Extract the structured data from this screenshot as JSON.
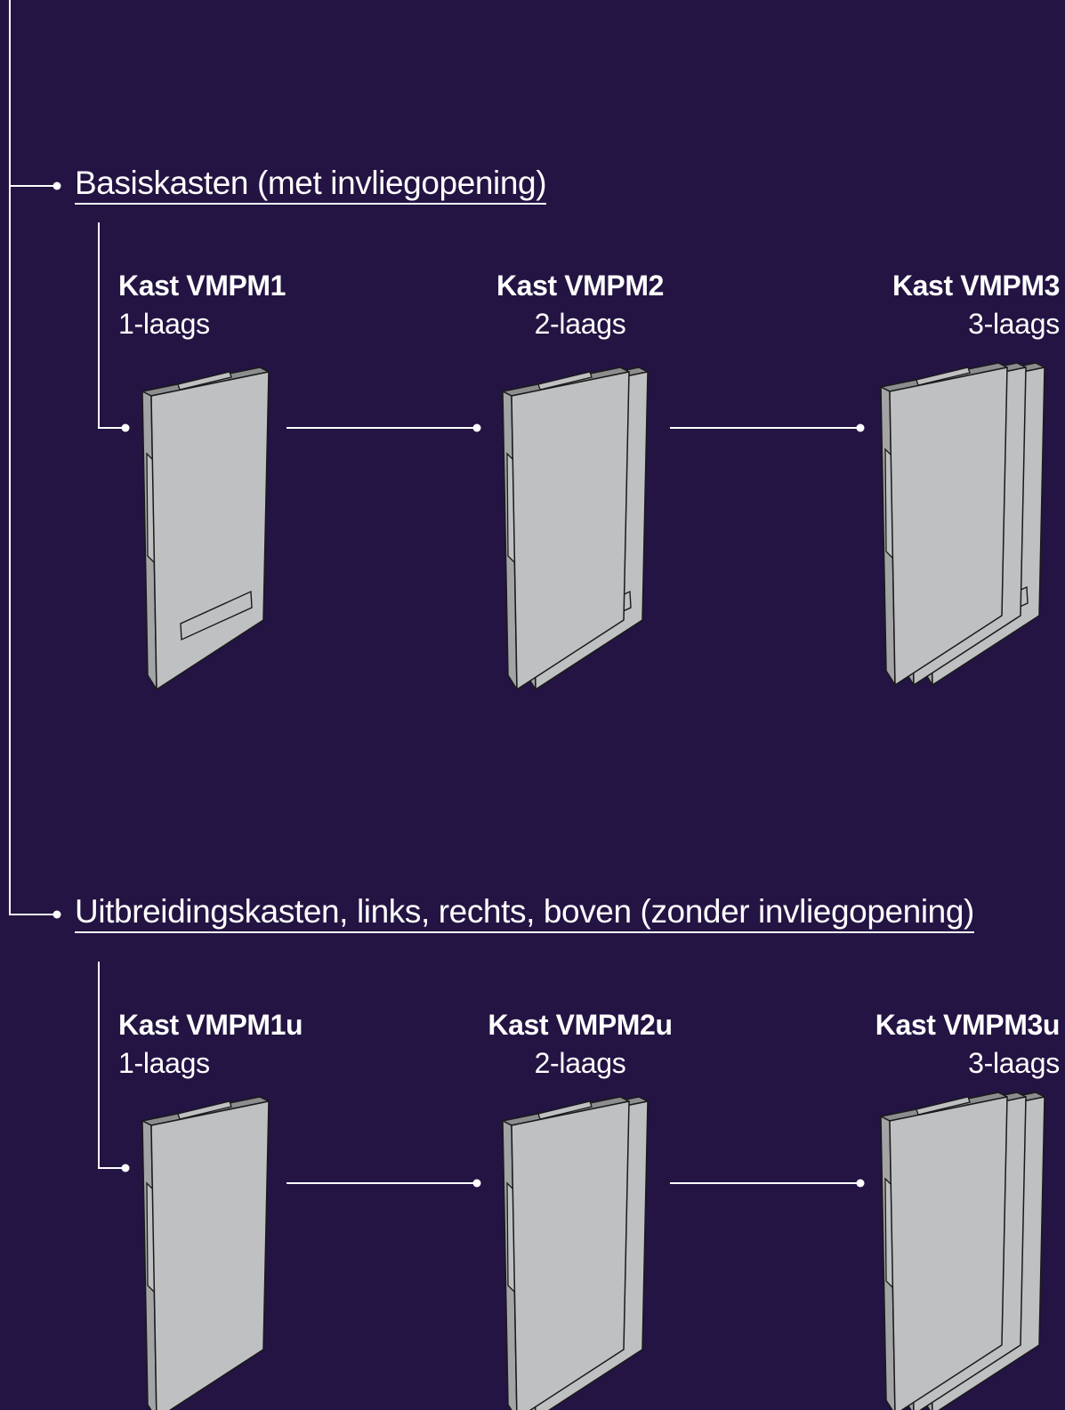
{
  "colors": {
    "background": "#231443",
    "line": "#ffffff",
    "box_face": "#bfc0c2",
    "box_side": "#a3a4a6",
    "box_top": "#8c8d8f",
    "box_edge": "#1a1a1a"
  },
  "sections": [
    {
      "title": "Basiskasten (met invliegopening)",
      "items": [
        {
          "name": "Kast VMPM1",
          "layers_label": "1-laags",
          "layers": 1,
          "flight_opening": true
        },
        {
          "name": "Kast VMPM2",
          "layers_label": "2-laags",
          "layers": 2,
          "flight_opening": true
        },
        {
          "name": "Kast VMPM3",
          "layers_label": "3-laags",
          "layers": 3,
          "flight_opening": true
        }
      ]
    },
    {
      "title": "Uitbreidingskasten, links, rechts, boven (zonder invliegopening)",
      "items": [
        {
          "name": "Kast VMPM1u",
          "layers_label": "1-laags",
          "layers": 1,
          "flight_opening": false
        },
        {
          "name": "Kast VMPM2u",
          "layers_label": "2-laags",
          "layers": 2,
          "flight_opening": false
        },
        {
          "name": "Kast VMPM3u",
          "layers_label": "3-laags",
          "layers": 3,
          "flight_opening": false
        }
      ]
    }
  ]
}
